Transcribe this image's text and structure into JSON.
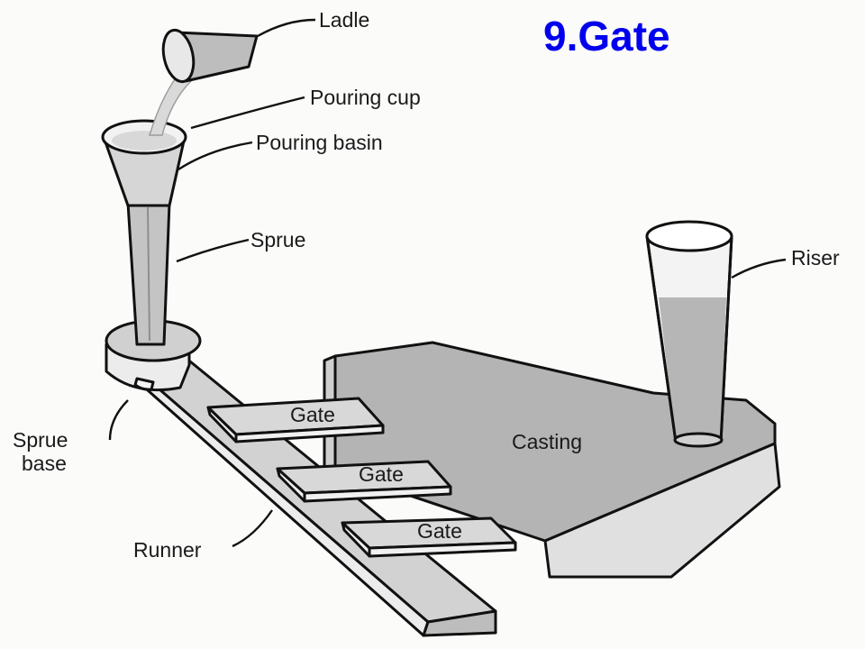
{
  "title": {
    "text": "9.Gate",
    "color": "#0000ee"
  },
  "labels": {
    "ladle": "Ladle",
    "pouring_cup": "Pouring cup",
    "pouring_basin": "Pouring basin",
    "sprue": "Sprue",
    "riser": "Riser",
    "sprue_base_line1": "Sprue",
    "sprue_base_line2": "base",
    "runner": "Runner",
    "casting": "Casting",
    "gate_1": "Gate",
    "gate_2": "Gate",
    "gate_3": "Gate"
  },
  "colors": {
    "metal_fill": "#c8c8c8",
    "casting_fill": "#b4b4b4",
    "light_face": "#e6e6e6",
    "liquid": "#b0b0b0"
  }
}
